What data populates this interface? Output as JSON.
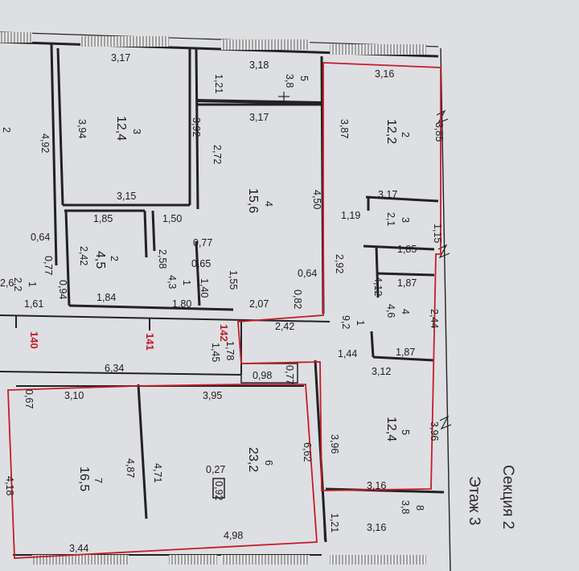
{
  "sheet": {
    "section_label": "Секция 2",
    "floor_label": "Этаж 3"
  },
  "axes": [
    "140",
    "141",
    "142"
  ],
  "rooms": [
    {
      "num": "5",
      "area": "3,8"
    },
    {
      "num": "3",
      "area": "12,4"
    },
    {
      "num": "4",
      "area": "15,6"
    },
    {
      "num": "2",
      "area": "4,5"
    },
    {
      "num": "1",
      "area": "4,3"
    },
    {
      "num": "1",
      "area": "2,2"
    },
    {
      "num": "2",
      "area": "12,2"
    },
    {
      "num": "3",
      "area": "2,1"
    },
    {
      "num": "4",
      "area": "4,6"
    },
    {
      "num": "1",
      "area": "9,2"
    },
    {
      "num": "5",
      "area": "12,4"
    },
    {
      "num": "8",
      "area": "3,8"
    },
    {
      "num": "6",
      "area": "23,2"
    },
    {
      "num": "7",
      "area": "16,5"
    }
  ],
  "dimensions": [
    "3,17",
    "3,18",
    "1,21",
    "3,17",
    "3,94",
    "3,92",
    "2,72",
    "4,92",
    "3,15",
    "1,50",
    "4,50",
    "1,85",
    "2,42",
    "2,58",
    "0,77",
    "0,65",
    "1,40",
    "1,55",
    "0,64",
    "0,64",
    "0,77",
    "0,94",
    "1,61",
    "1,84",
    "1,80",
    "2,07",
    "0,82",
    "3,16",
    "3,87",
    "3,85",
    "3,17",
    "1,19",
    "1,15",
    "1,85",
    "2,92",
    "4,12",
    "1,87",
    "2,44",
    "2,42",
    "1,44",
    "1,87",
    "3,12",
    "1,78",
    "1,45",
    "0,98",
    "0,77",
    "6,34",
    "3,10",
    "3,95",
    "4,71",
    "4,87",
    "0,27",
    "0,92",
    "6,62",
    "3,96",
    "3,96",
    "0,67",
    "4,18",
    "3,44",
    "4,98",
    "3,16",
    "1,21",
    "3,16",
    "2,6",
    "2"
  ]
}
